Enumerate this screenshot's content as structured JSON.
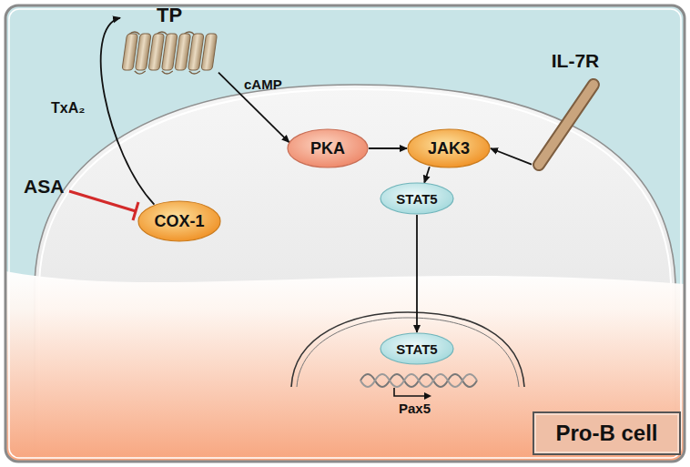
{
  "diagram": {
    "nodes": [
      {
        "text": [
          "TP"
        ]
      },
      {
        "text": [
          "COX-1"
        ]
      },
      {
        "text": [
          "PKA"
        ]
      },
      {
        "text": [
          "JAK3"
        ]
      },
      {
        "text": [
          "IL-7R"
        ]
      },
      {
        "text": [
          "STAT5"
        ]
      },
      {
        "text": [
          "STAT5"
        ]
      },
      {
        "text": [
          "Pro-B cell"
        ]
      }
    ],
    "edges": [
      {
        "from": 1,
        "to": 0,
        "label": "TxA₂",
        "arrow": "to"
      },
      {
        "from": 0,
        "to": 2,
        "label": "cAMP",
        "arrow": "to"
      },
      {
        "from": 2,
        "to": 3,
        "arrow": "to"
      },
      {
        "from": 4,
        "to": 3,
        "arrow": "to"
      },
      {
        "from": 3,
        "to": 5,
        "arrow": "to"
      },
      {
        "from": 5,
        "to": 6,
        "arrow": "to"
      }
    ],
    "labels": [
      "ASA",
      "Pax5"
    ]
  }
}
